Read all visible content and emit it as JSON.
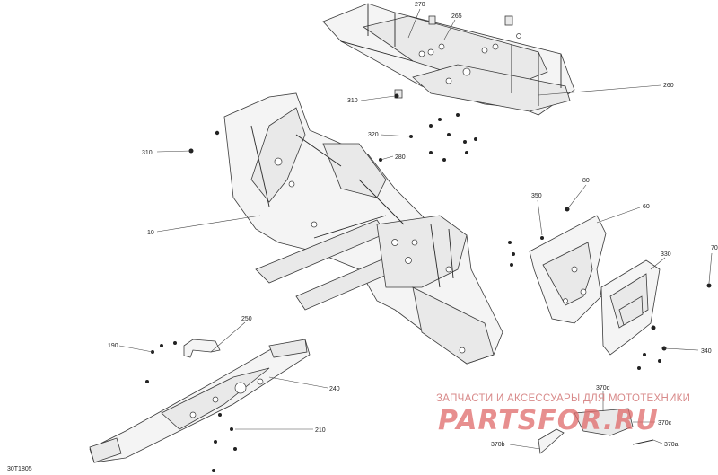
{
  "diagram_code": "30T1805",
  "watermark": {
    "tagline": "ЗАПЧАСТИ И АКСЕССУАРЫ ДЛЯ МОТОТЕХНИКИ",
    "brand": "PARTSFOR.RU"
  },
  "callouts": {
    "c270": "270",
    "c265": "265",
    "c260": "260",
    "c310a": "310",
    "c310b": "310",
    "c320": "320",
    "c280": "280",
    "c10": "10",
    "c80": "80",
    "c350": "350",
    "c60": "60",
    "c70": "70",
    "c330": "330",
    "c340": "340",
    "c250": "250",
    "c190": "190",
    "c240": "240",
    "c210": "210",
    "c370d": "370d",
    "c370c": "370c",
    "c370b": "370b",
    "c370a": "370a"
  }
}
